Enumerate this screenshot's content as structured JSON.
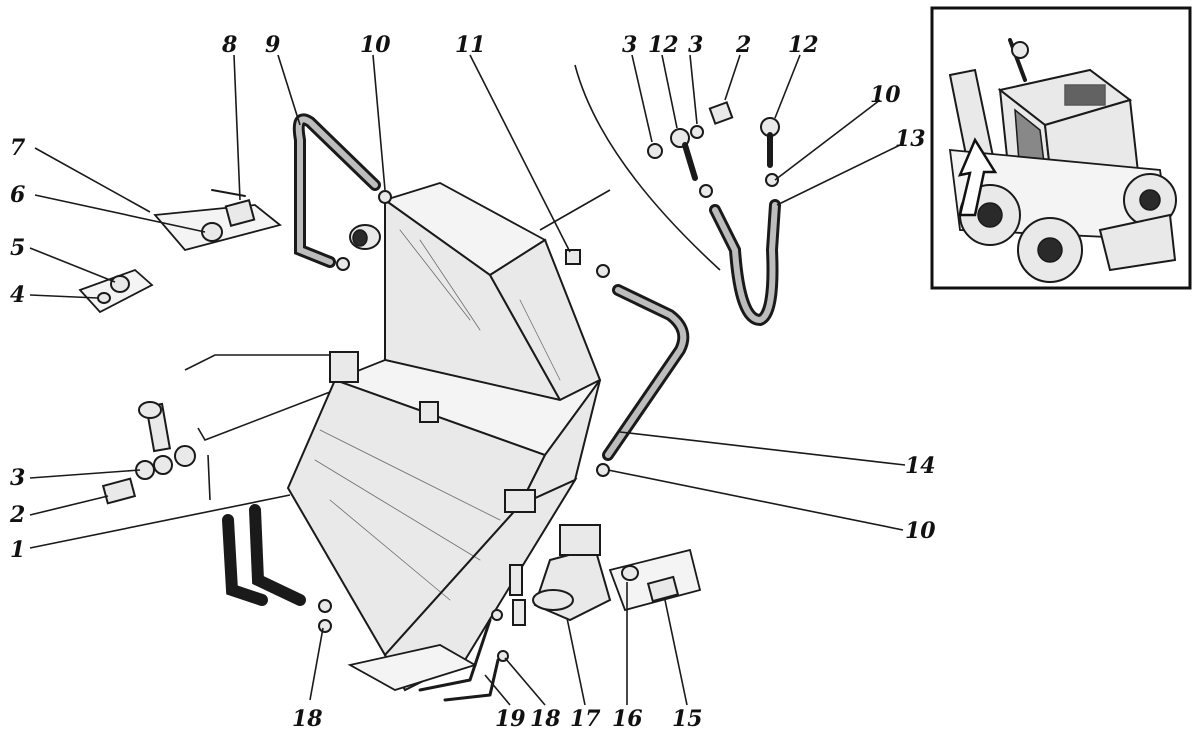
{
  "callouts": [
    {
      "id": "c8",
      "label": "8"
    },
    {
      "id": "c9",
      "label": "9"
    },
    {
      "id": "c10a",
      "label": "10"
    },
    {
      "id": "c11",
      "label": "11"
    },
    {
      "id": "c3a",
      "label": "3"
    },
    {
      "id": "c12a",
      "label": "12"
    },
    {
      "id": "c3b",
      "label": "3"
    },
    {
      "id": "c2a",
      "label": "2"
    },
    {
      "id": "c12b",
      "label": "12"
    },
    {
      "id": "c10b",
      "label": "10"
    },
    {
      "id": "c13",
      "label": "13"
    },
    {
      "id": "c7",
      "label": "7"
    },
    {
      "id": "c6",
      "label": "6"
    },
    {
      "id": "c5",
      "label": "5"
    },
    {
      "id": "c4",
      "label": "4"
    },
    {
      "id": "c3c",
      "label": "3"
    },
    {
      "id": "c2b",
      "label": "2"
    },
    {
      "id": "c1",
      "label": "1"
    },
    {
      "id": "c14",
      "label": "14"
    },
    {
      "id": "c10c",
      "label": "10"
    },
    {
      "id": "c18a",
      "label": "18"
    },
    {
      "id": "c19",
      "label": "19"
    },
    {
      "id": "c18b",
      "label": "18"
    },
    {
      "id": "c17",
      "label": "17"
    },
    {
      "id": "c16",
      "label": "16"
    },
    {
      "id": "c15",
      "label": "15"
    }
  ],
  "inset": {
    "icon": "skid-steer-loader-icon",
    "arrow_icon": "location-arrow-icon"
  }
}
